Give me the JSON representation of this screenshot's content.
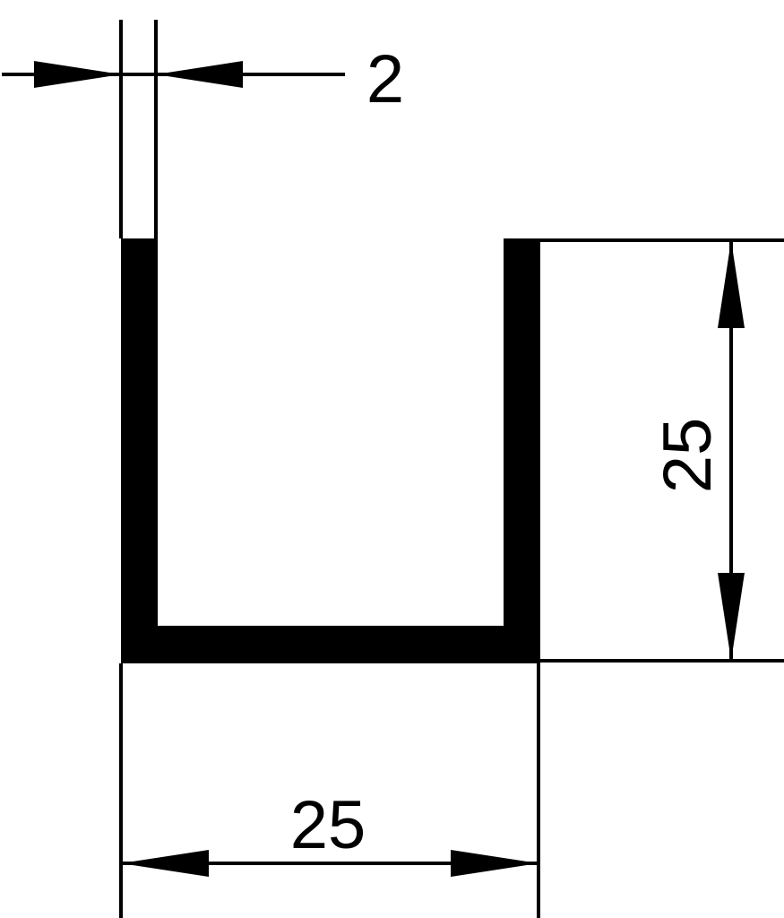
{
  "profile": {
    "shape": "U-channel",
    "fill_color": "#000000",
    "line_color": "#000000",
    "background_color": "#ffffff"
  },
  "dimensions": {
    "wall_thickness": {
      "text": "2",
      "value": 2
    },
    "height": {
      "text": "25",
      "value": 25
    },
    "width": {
      "text": "25",
      "value": 25
    }
  }
}
